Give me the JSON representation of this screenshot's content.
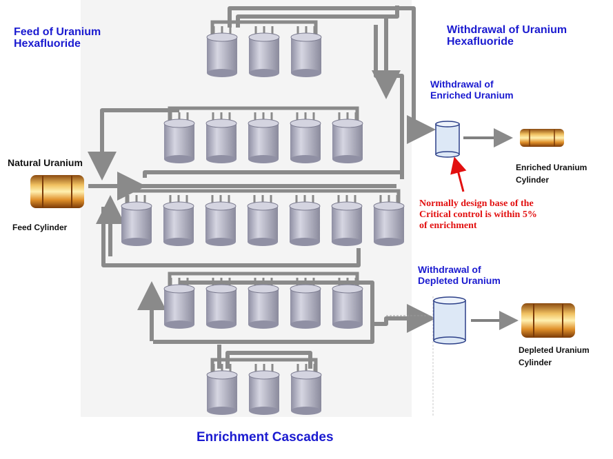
{
  "labels": {
    "feed_hexafluoride": "Feed of Uranium\nHexafluoride",
    "withdrawal_hexafluoride": "Withdrawal  of Uranium\nHexafluoride",
    "withdrawal_enriched": "Withdrawal of\nEnriched Uranium",
    "natural_uranium": "Natural Uranium",
    "feed_cylinder": "Feed Cylinder",
    "enriched_cylinder": "Enriched Uranium\nCylinder",
    "critical_note": "Normally  design base of the\nCritical  control is within 5%\nof enrichment",
    "withdrawal_depleted": "Withdrawal of\nDepleted  Uranium",
    "depleted_cylinder": "Depleted Uranium\nCylinder",
    "title": "Enrichment Cascades"
  },
  "cascade": {
    "stage_counts": [
      3,
      5,
      7,
      5,
      3
    ]
  },
  "colors": {
    "label_blue": "#1a1ad0",
    "note_red": "#e21010",
    "pipe": "#8a8a8a",
    "centrifuge": "#b8b8c8",
    "cylinder_gold": "#d99a30"
  }
}
